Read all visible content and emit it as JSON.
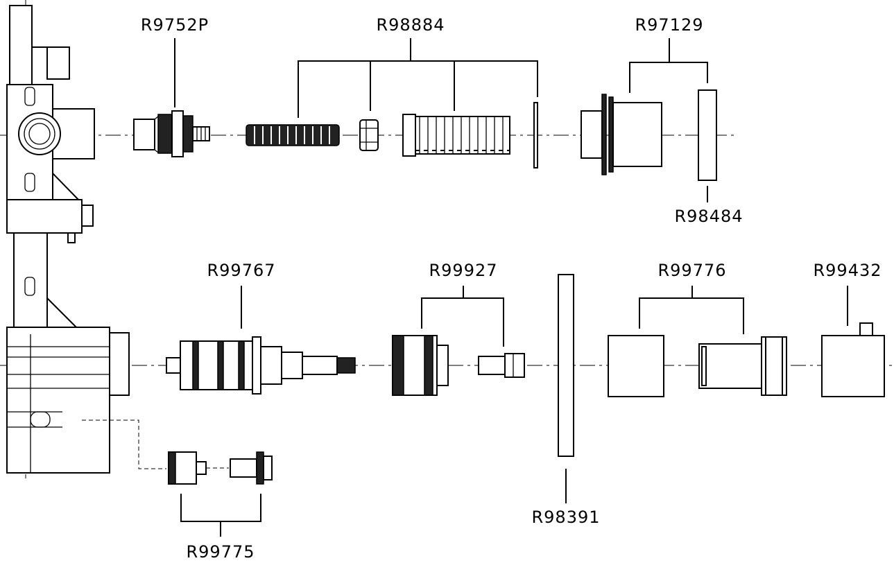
{
  "labels": {
    "r9752p": "R9752P",
    "r98884": "R98884",
    "r97129": "R97129",
    "r98484": "R98484",
    "r99767": "R99767",
    "r99927": "R99927",
    "r99776": "R99776",
    "r99432": "R99432",
    "r98391": "R98391",
    "r99775": "R99775"
  }
}
